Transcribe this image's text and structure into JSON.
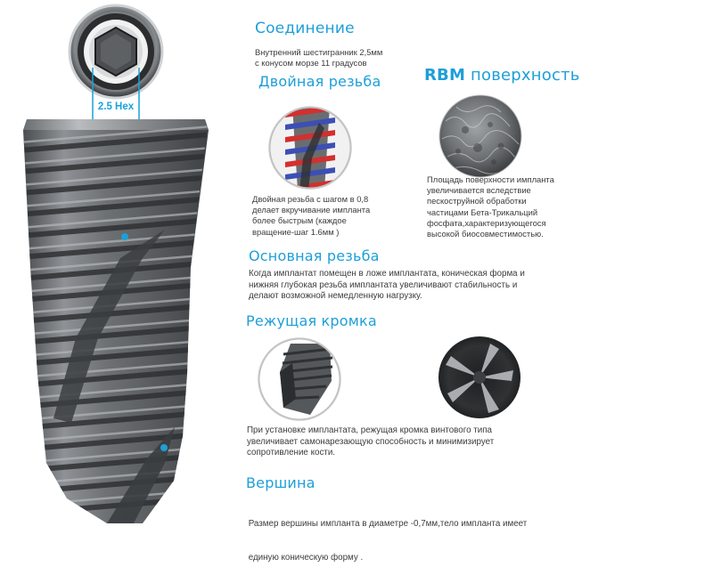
{
  "hex_label": "2.5 Hex",
  "sections": {
    "connection": {
      "title": "Соединение",
      "lines": [
        "Внутренний шестигранник 2,5мм",
        "с конусом морзе 11 градусов"
      ]
    },
    "double_thread": {
      "title": "Двойная резьба",
      "lines": [
        "Двойная резьба с шагом в 0,8",
        "делает вкручивание импланта",
        "более быстрым (каждое",
        "вращение-шаг 1.6мм )"
      ]
    },
    "rbm": {
      "title_bold": "RBM",
      "title_rest": " поверхность",
      "lines": [
        "Площадь поверхности импланта",
        "увеличивается вследствие",
        "пескоструйной обработки",
        "частицами Бета-Трикальций",
        "фосфата,характеризующегося",
        "высокой  биосовместимостью."
      ]
    },
    "main_thread": {
      "title": "Основная резьба",
      "lines": [
        "Когда имплантат помещен в ложе имплантата, коническая форма и",
        "нижняя глубокая резьба имплантата увеличивают стабильность и",
        "делают возможной немедленную нагрузку."
      ]
    },
    "cutting_edge": {
      "title": "Режущая кромка",
      "lines": [
        "При  установке  имплантата,  режущая  кромка  винтового  типа",
        "увеличивает  самонарезающую  способность  и  минимизирует",
        "сопротивление кости."
      ]
    },
    "apex": {
      "title": "Вершина",
      "lines": [
        " Размер вершины импланта в диаметре -0,7мм,тело импланта имеет",
        " единую коническую форму ."
      ]
    }
  },
  "colors": {
    "accent": "#1d9fd8",
    "text": "#3c3c3c",
    "implant": "#5f6366"
  }
}
